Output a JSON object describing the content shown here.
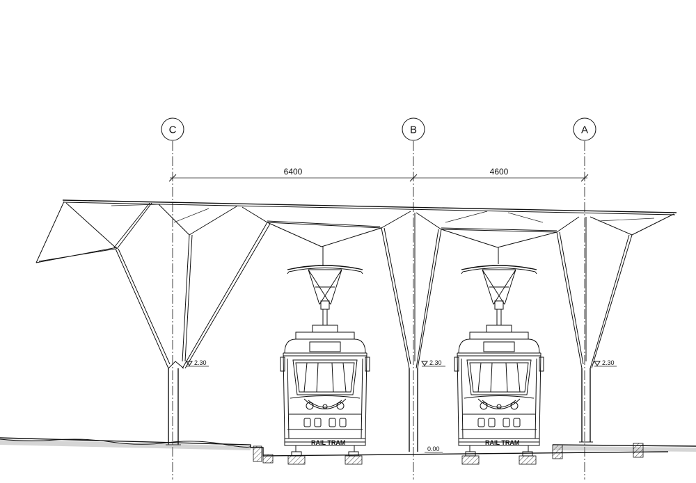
{
  "axes": [
    {
      "id": "C",
      "label": "C"
    },
    {
      "id": "B",
      "label": "B"
    },
    {
      "id": "A",
      "label": "A"
    }
  ],
  "dimensions": [
    {
      "from": "C",
      "to": "B",
      "value": "6400"
    },
    {
      "from": "B",
      "to": "A",
      "value": "4600"
    }
  ],
  "levels": {
    "column_base_mark": "2.30",
    "ground_mark": "0.00"
  },
  "trams": [
    {
      "label": "RAIL TRAM"
    },
    {
      "label": "RAIL TRAM"
    }
  ]
}
